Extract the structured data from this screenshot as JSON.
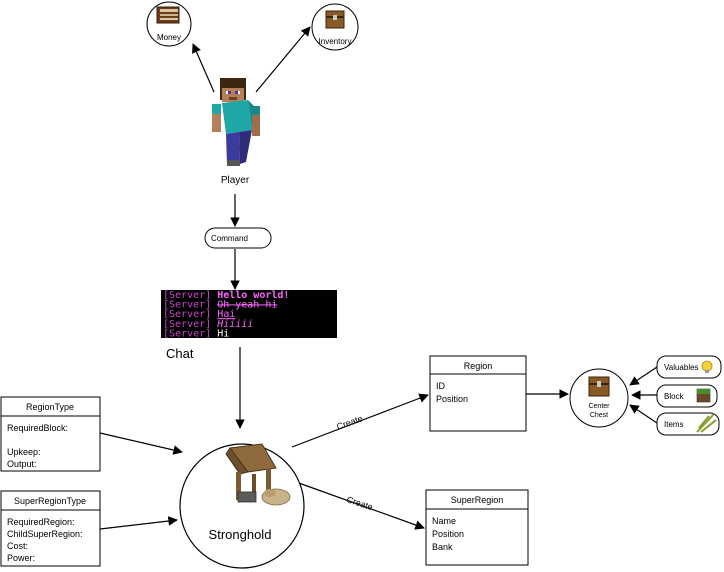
{
  "player": {
    "label": "Player",
    "money_label": "Money",
    "inventory_label": "Inventory"
  },
  "command": {
    "label": "Command"
  },
  "chat": {
    "label": "Chat",
    "lines": [
      {
        "prefix": "[Server]",
        "message": "Hello world!",
        "style": "bold",
        "color": "#ff66ff"
      },
      {
        "prefix": "[Server]",
        "message": "Oh yeah hi",
        "style": "strike",
        "color": "#ff66ff"
      },
      {
        "prefix": "[Server]",
        "message": "Hai",
        "style": "underline",
        "color": "#ff66ff"
      },
      {
        "prefix": "[Server]",
        "message": "Hiiiii",
        "style": "italic",
        "color": "#ff66ff"
      },
      {
        "prefix": "[Server]",
        "message": "Hi",
        "style": "normal",
        "color": "#ffffff"
      }
    ],
    "prefix_color": "#cc44cc"
  },
  "region_type": {
    "title": "RegionType",
    "fields": [
      "RequiredBlock:",
      "",
      "Upkeep:",
      "Output:"
    ]
  },
  "super_region_type": {
    "title": "SuperRegionType",
    "fields": [
      "RequiredRegion:",
      "ChildSuperRegion:",
      "Cost:",
      "Power:"
    ]
  },
  "stronghold": {
    "label": "Stronghold"
  },
  "region": {
    "title": "Region",
    "fields": [
      "ID",
      "Position"
    ]
  },
  "super_region": {
    "title": "SuperRegion",
    "fields": [
      "Name",
      "Position",
      "Bank"
    ]
  },
  "create_label_1": "Create",
  "create_label_2": "Create",
  "center_chest": {
    "line1": "Center",
    "line2": "Chest"
  },
  "chest_items": {
    "valuables": "Valuables",
    "block": "Block",
    "items": "Items"
  }
}
